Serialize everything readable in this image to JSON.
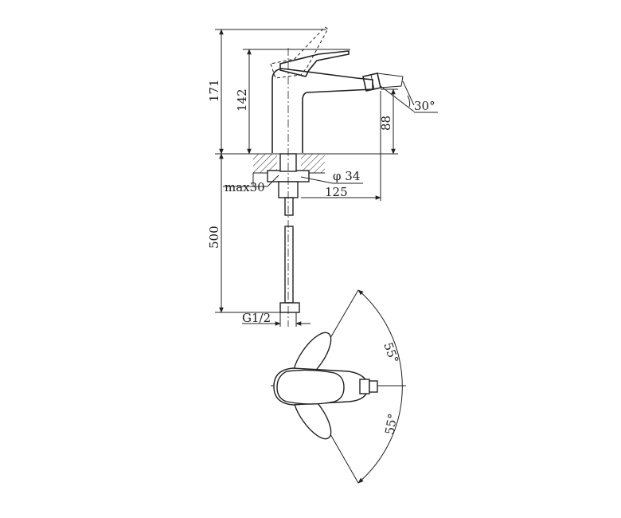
{
  "dimensions": {
    "height_total": "171",
    "height_spout": "142",
    "height_outlet": "88",
    "reach": "125",
    "max_thickness": "max30",
    "hole_diameter": "φ 34",
    "hose_length": "500",
    "thread": "G1/2",
    "spray_angle": "30°",
    "rotation_left": "55°",
    "rotation_right": "55°"
  },
  "colors": {
    "line": "#222222",
    "background": "#ffffff"
  }
}
